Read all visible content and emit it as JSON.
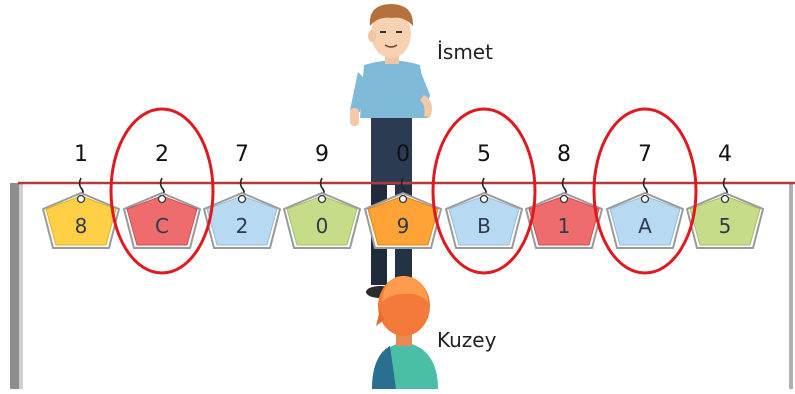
{
  "people": {
    "top_name": "İsmet",
    "bottom_name": "Kuzey"
  },
  "top_numbers": [
    "1",
    "2",
    "7",
    "9",
    "0",
    "5",
    "8",
    "7",
    "4"
  ],
  "tags": [
    {
      "label": "8",
      "color": "#ffd045",
      "circled": false
    },
    {
      "label": "C",
      "color": "#ee6b6e",
      "circled": true
    },
    {
      "label": "2",
      "color": "#b8d9f2",
      "circled": false
    },
    {
      "label": "0",
      "color": "#c5dc88",
      "circled": false
    },
    {
      "label": "9",
      "color": "#ffa336",
      "circled": false
    },
    {
      "label": "B",
      "color": "#b8d9f2",
      "circled": true
    },
    {
      "label": "1",
      "color": "#ee6b6e",
      "circled": false
    },
    {
      "label": "A",
      "color": "#b8d9f2",
      "circled": true
    },
    {
      "label": "5",
      "color": "#c5dc88",
      "circled": false
    }
  ],
  "colors": {
    "rope": "#b33a3a",
    "circle": "#e0191f",
    "wall": "#8a8a8a"
  }
}
